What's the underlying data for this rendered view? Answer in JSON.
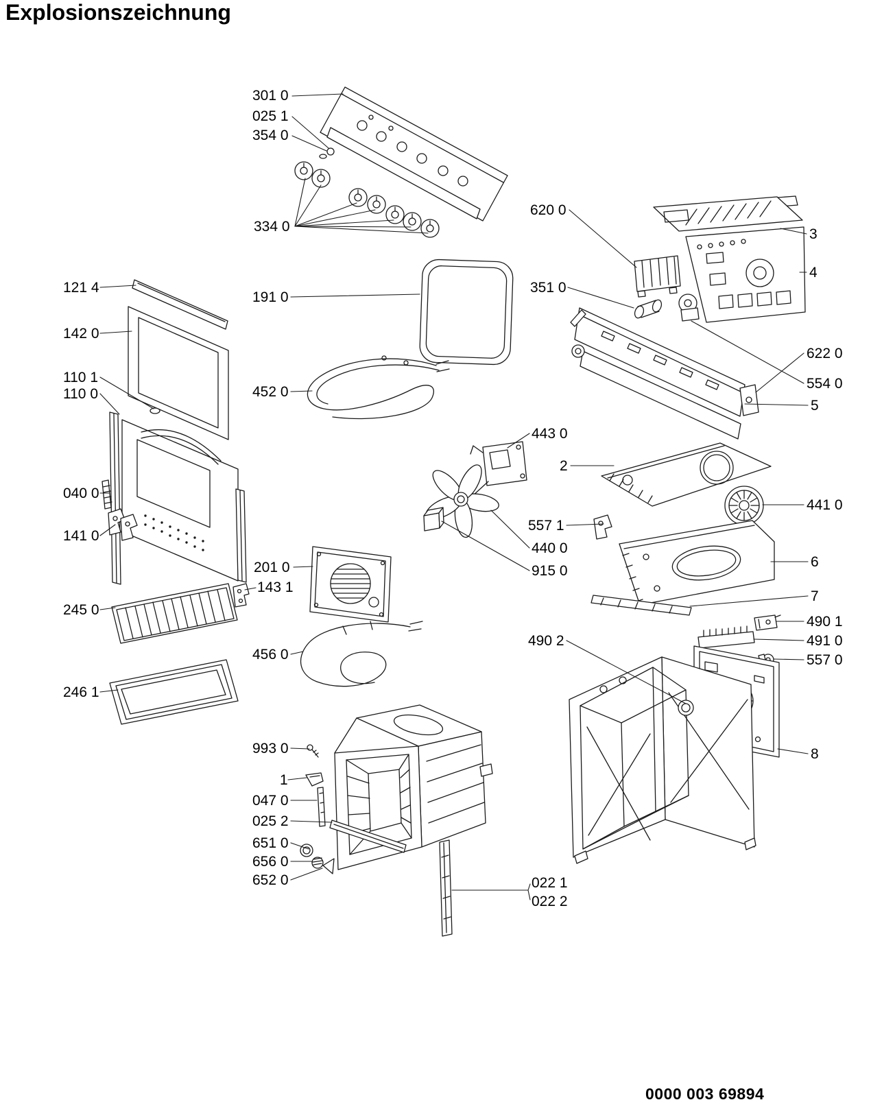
{
  "page": {
    "title": "Explosionszeichnung",
    "footer_number": "0000 003 69894"
  },
  "diagram": {
    "part_labels": [
      {
        "ref": "301 0"
      },
      {
        "ref": "025 1"
      },
      {
        "ref": "354 0"
      },
      {
        "ref": "334 0"
      },
      {
        "ref": "620 0"
      },
      {
        "ref": "3"
      },
      {
        "ref": "4"
      },
      {
        "ref": "121 4"
      },
      {
        "ref": "191 0"
      },
      {
        "ref": "351 0"
      },
      {
        "ref": "142 0"
      },
      {
        "ref": "622 0"
      },
      {
        "ref": "110 1"
      },
      {
        "ref": "110 0"
      },
      {
        "ref": "554 0"
      },
      {
        "ref": "452 0"
      },
      {
        "ref": "5"
      },
      {
        "ref": "443 0"
      },
      {
        "ref": "2"
      },
      {
        "ref": "040 0"
      },
      {
        "ref": "441 0"
      },
      {
        "ref": "557 1"
      },
      {
        "ref": "141 0"
      },
      {
        "ref": "440 0"
      },
      {
        "ref": "201 0"
      },
      {
        "ref": "915 0"
      },
      {
        "ref": "6"
      },
      {
        "ref": "143 1"
      },
      {
        "ref": "7"
      },
      {
        "ref": "245 0"
      },
      {
        "ref": "490 1"
      },
      {
        "ref": "491 0"
      },
      {
        "ref": "456 0"
      },
      {
        "ref": "557 0"
      },
      {
        "ref": "490 2"
      },
      {
        "ref": "246 1"
      },
      {
        "ref": "993 0"
      },
      {
        "ref": "1"
      },
      {
        "ref": "047 0"
      },
      {
        "ref": "025 2"
      },
      {
        "ref": "651 0"
      },
      {
        "ref": "656 0"
      },
      {
        "ref": "652 0"
      },
      {
        "ref": "8"
      },
      {
        "ref": "022 1"
      },
      {
        "ref": "022 2"
      }
    ]
  }
}
